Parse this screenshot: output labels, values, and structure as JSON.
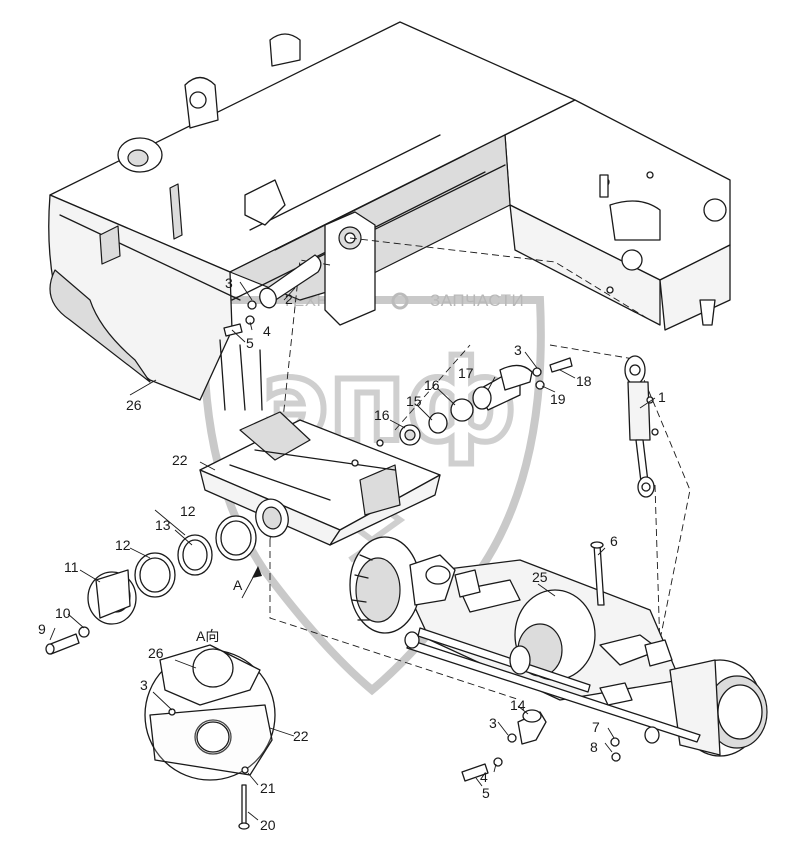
{
  "watermark": {
    "text_left": "ТЕХНИКА",
    "text_right": "ЗАПЧАСТИ",
    "big_letters": "эпф"
  },
  "view_label": "A向",
  "arrow_label": "A",
  "callouts": [
    {
      "id": "c1",
      "text": "1"
    },
    {
      "id": "c2",
      "text": "2"
    },
    {
      "id": "c3a",
      "text": "3"
    },
    {
      "id": "c3b",
      "text": "3"
    },
    {
      "id": "c3c",
      "text": "3"
    },
    {
      "id": "c3d",
      "text": "3"
    },
    {
      "id": "c4a",
      "text": "4"
    },
    {
      "id": "c4b",
      "text": "4"
    },
    {
      "id": "c5a",
      "text": "5"
    },
    {
      "id": "c5b",
      "text": "5"
    },
    {
      "id": "c6",
      "text": "6"
    },
    {
      "id": "c7",
      "text": "7"
    },
    {
      "id": "c8",
      "text": "8"
    },
    {
      "id": "c9",
      "text": "9"
    },
    {
      "id": "c10",
      "text": "10"
    },
    {
      "id": "c11",
      "text": "11"
    },
    {
      "id": "c12a",
      "text": "12"
    },
    {
      "id": "c12b",
      "text": "12"
    },
    {
      "id": "c13",
      "text": "13"
    },
    {
      "id": "c14",
      "text": "14"
    },
    {
      "id": "c15",
      "text": "15"
    },
    {
      "id": "c16a",
      "text": "16"
    },
    {
      "id": "c16b",
      "text": "16"
    },
    {
      "id": "c17",
      "text": "17"
    },
    {
      "id": "c18",
      "text": "18"
    },
    {
      "id": "c19",
      "text": "19"
    },
    {
      "id": "c20",
      "text": "20"
    },
    {
      "id": "c21",
      "text": "21"
    },
    {
      "id": "c22a",
      "text": "22"
    },
    {
      "id": "c22b",
      "text": "22"
    },
    {
      "id": "c25",
      "text": "25"
    },
    {
      "id": "c26a",
      "text": "26"
    },
    {
      "id": "c26b",
      "text": "26"
    }
  ]
}
